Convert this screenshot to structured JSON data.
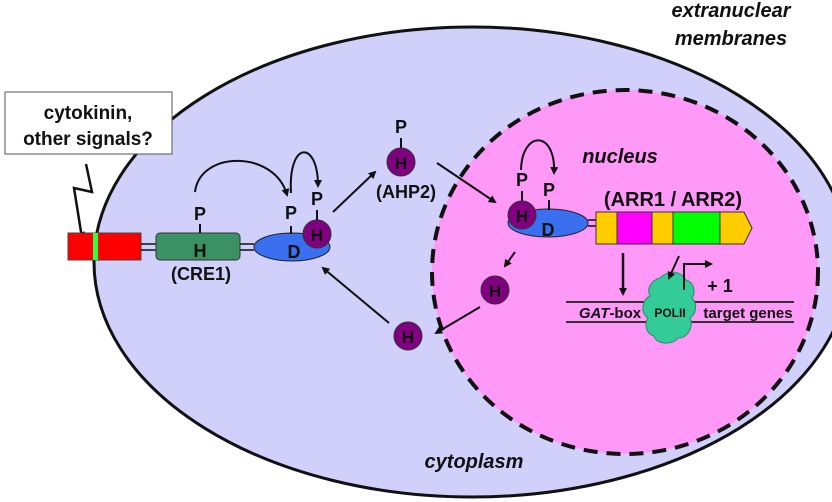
{
  "labels": {
    "extranuclear": [
      "extranuclear",
      "membranes"
    ],
    "signal_box": [
      "cytokinin,",
      "other signals?"
    ],
    "nucleus": "nucleus",
    "cytoplasm": "cytoplasm",
    "cre1": "(CRE1)",
    "ahp2": "(AHP2)",
    "arr": "(ARR1 / ARR2)",
    "gat_box_italic": "GAT",
    "gat_box_suffix": "-box",
    "polii": "POLII",
    "target_genes": "target genes",
    "plus_one": "+ 1",
    "H": "H",
    "D": "D",
    "P": "P"
  },
  "colors": {
    "cell_fill": "#d0d0fa",
    "nucleus_fill": "#ff99f7",
    "receptor_red": "#ff0000",
    "receptor_green_band": "#33ff33",
    "histidine_kinase": "#3a9163",
    "receiver_domain": "#3a6ff0",
    "histidine_phosphotransfer": "#800080",
    "arr_yellow": "#ffcc00",
    "arr_magenta": "#ff00ff",
    "arr_green": "#00ff00",
    "polii": "#33cc99"
  }
}
